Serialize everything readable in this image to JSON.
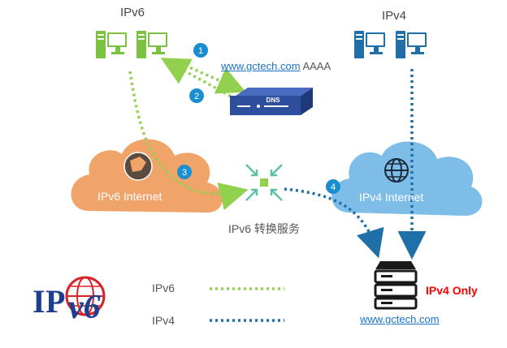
{
  "labels": {
    "ipv6_group": "IPv6",
    "ipv4_group": "IPv4",
    "dns_query": "www.gctech.com",
    "dns_record": "AAAA",
    "dns_box": "DNS",
    "ipv6_cloud": "IPv6 Internet",
    "ipv4_cloud": "IPv4 Internet",
    "translation_service": "IPv6 转换服务",
    "server_tag": "IPv4  Only",
    "server_url": "www.gctech.com",
    "logo_text": "IPv6"
  },
  "steps": [
    "1",
    "2",
    "3",
    "4"
  ],
  "legend": [
    {
      "label": "IPv6",
      "color": "#92d050",
      "style": "dotted"
    },
    {
      "label": "IPv4",
      "color": "#1f6fa8",
      "style": "dotted"
    }
  ],
  "colors": {
    "ipv6": "#92d050",
    "ipv4": "#1f6fa8",
    "step_badge": "#1b8ecf",
    "ipv6_cloud": "#f0a46a",
    "ipv4_cloud": "#7dbde8",
    "dns": "#2e4f9e",
    "ipv4_only": "#ff0000",
    "link": "#1a73c8"
  },
  "icons": [
    "desktop-computer-icon",
    "dns-appliance-icon",
    "ipv6-globe-icon",
    "globe-icon",
    "translator-icon",
    "server-icon",
    "ipv6-logo"
  ]
}
